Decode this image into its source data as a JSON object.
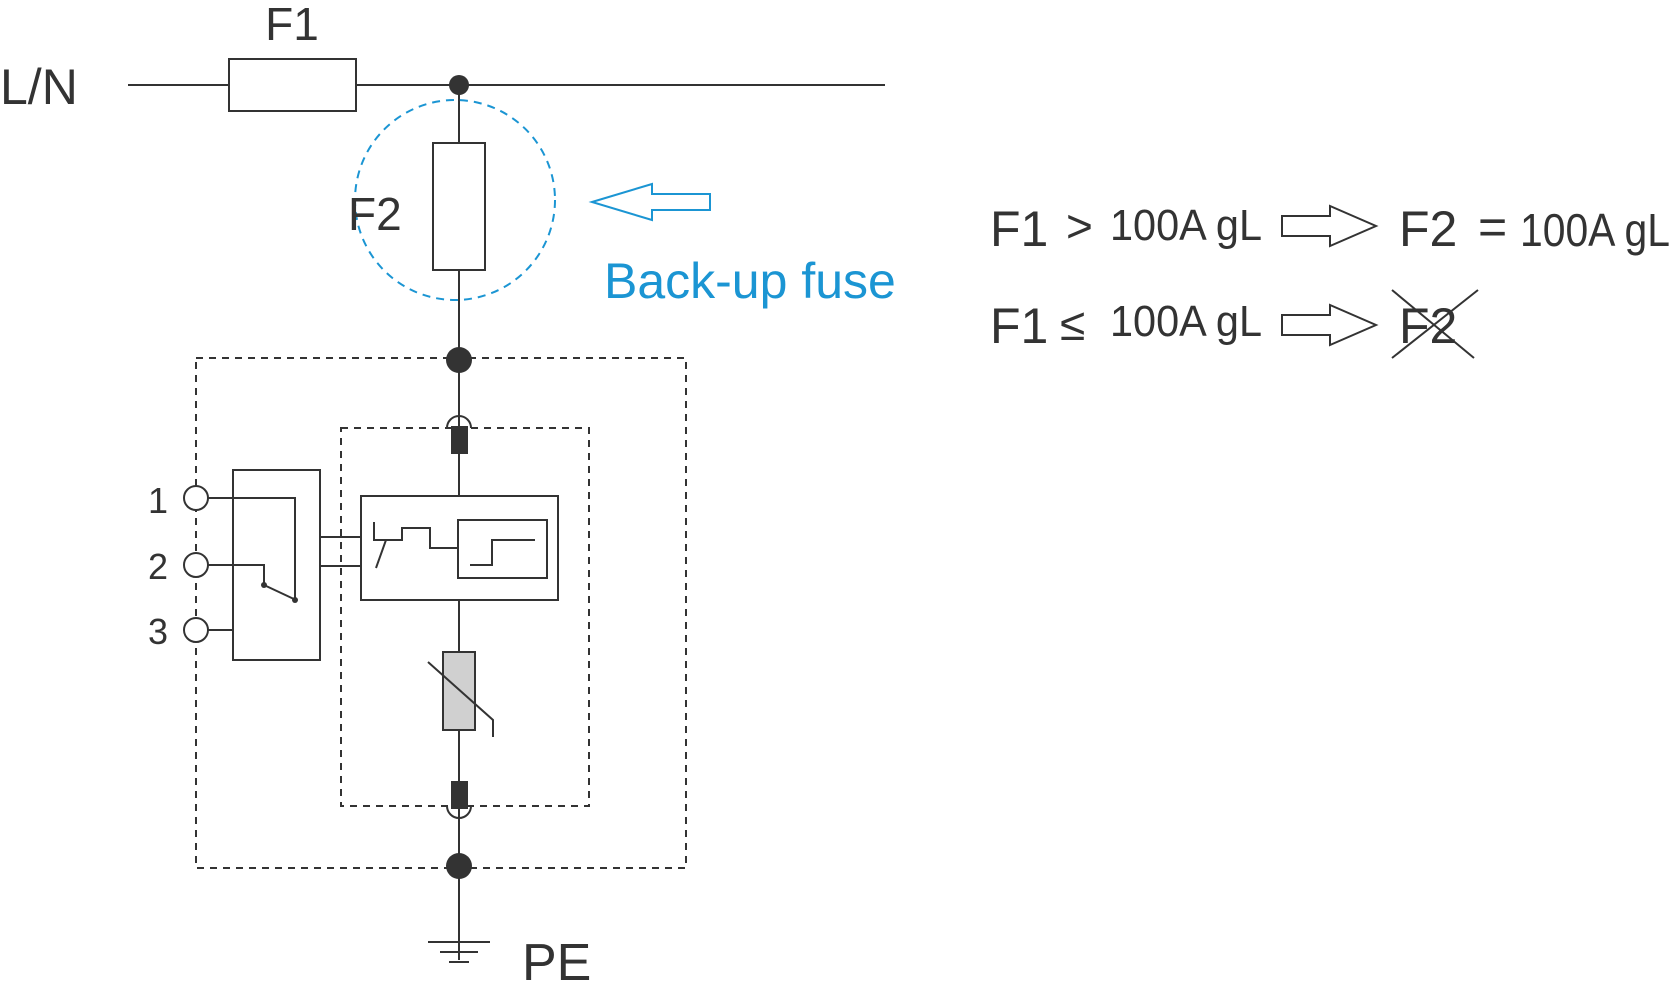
{
  "labels": {
    "line": "L/N",
    "fuse1": "F1",
    "fuse2": "F2",
    "earth": "PE",
    "backup": "Back-up fuse",
    "contact1": "1",
    "contact2": "2",
    "contact3": "3"
  },
  "rules": [
    {
      "lhs": "F1",
      "op": ">",
      "rating": "100A gL",
      "result_name": "F2",
      "result_op": "=",
      "result_value": "100A gL",
      "result_crossed": false
    },
    {
      "lhs": "F1",
      "op": "≤",
      "rating": "100A gL",
      "result_name": "F2",
      "result_op": "",
      "result_value": "",
      "result_crossed": true
    }
  ],
  "colors": {
    "line": "#333333",
    "accent": "#1b95d3",
    "varistor_fill": "#d0d0d0"
  }
}
